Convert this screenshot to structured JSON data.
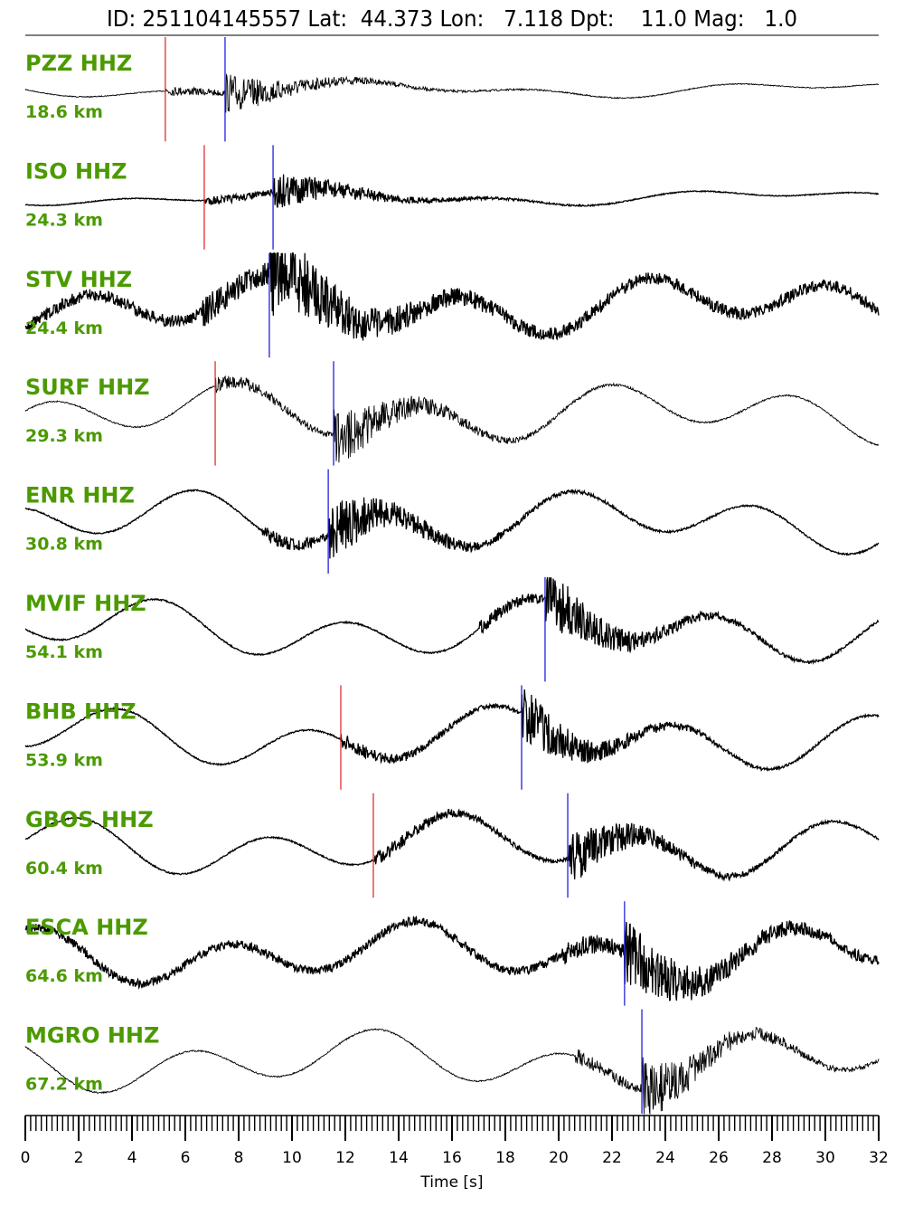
{
  "chart_data": {
    "type": "line",
    "title": "ID: 251104145557 Lat:  44.373 Lon:   7.118 Dpt:    11.0 Mag:   1.0",
    "xlabel": "Time [s]",
    "xlim": [
      0,
      32
    ],
    "xticks": [
      "0",
      "2",
      "4",
      "6",
      "8",
      "10",
      "12",
      "14",
      "16",
      "18",
      "20",
      "22",
      "24",
      "26",
      "28",
      "30",
      "32"
    ],
    "minor_tick_step": 0.2,
    "pick_colors": {
      "P": "#e03030",
      "S": "#2020e0"
    },
    "label_color": "#4b9a00",
    "traces": [
      {
        "station": "PZZ HHZ",
        "distance": "18.6 km",
        "p_pick": 5.25,
        "s_pick": 7.49
      },
      {
        "station": "ISO HHZ",
        "distance": "24.3 km",
        "p_pick": 6.71,
        "s_pick": 9.29
      },
      {
        "station": "STV HHZ",
        "distance": "24.4 km",
        "p_pick": null,
        "s_pick": 9.15
      },
      {
        "station": "SURF HHZ",
        "distance": "29.3 km",
        "p_pick": 7.12,
        "s_pick": 11.56
      },
      {
        "station": "ENR HHZ",
        "distance": "30.8 km",
        "p_pick": null,
        "s_pick": 11.36
      },
      {
        "station": "MVIF HHZ",
        "distance": "54.1 km",
        "p_pick": null,
        "s_pick": 19.49
      },
      {
        "station": "BHB HHZ",
        "distance": "53.9 km",
        "p_pick": 11.83,
        "s_pick": 18.61
      },
      {
        "station": "GBOS HHZ",
        "distance": "60.4 km",
        "p_pick": 13.05,
        "s_pick": 20.34
      },
      {
        "station": "ESCA HHZ",
        "distance": "64.6 km",
        "p_pick": null,
        "s_pick": 22.47
      },
      {
        "station": "MGRO HHZ",
        "distance": "67.2 km",
        "p_pick": null,
        "s_pick": 23.12
      }
    ]
  }
}
